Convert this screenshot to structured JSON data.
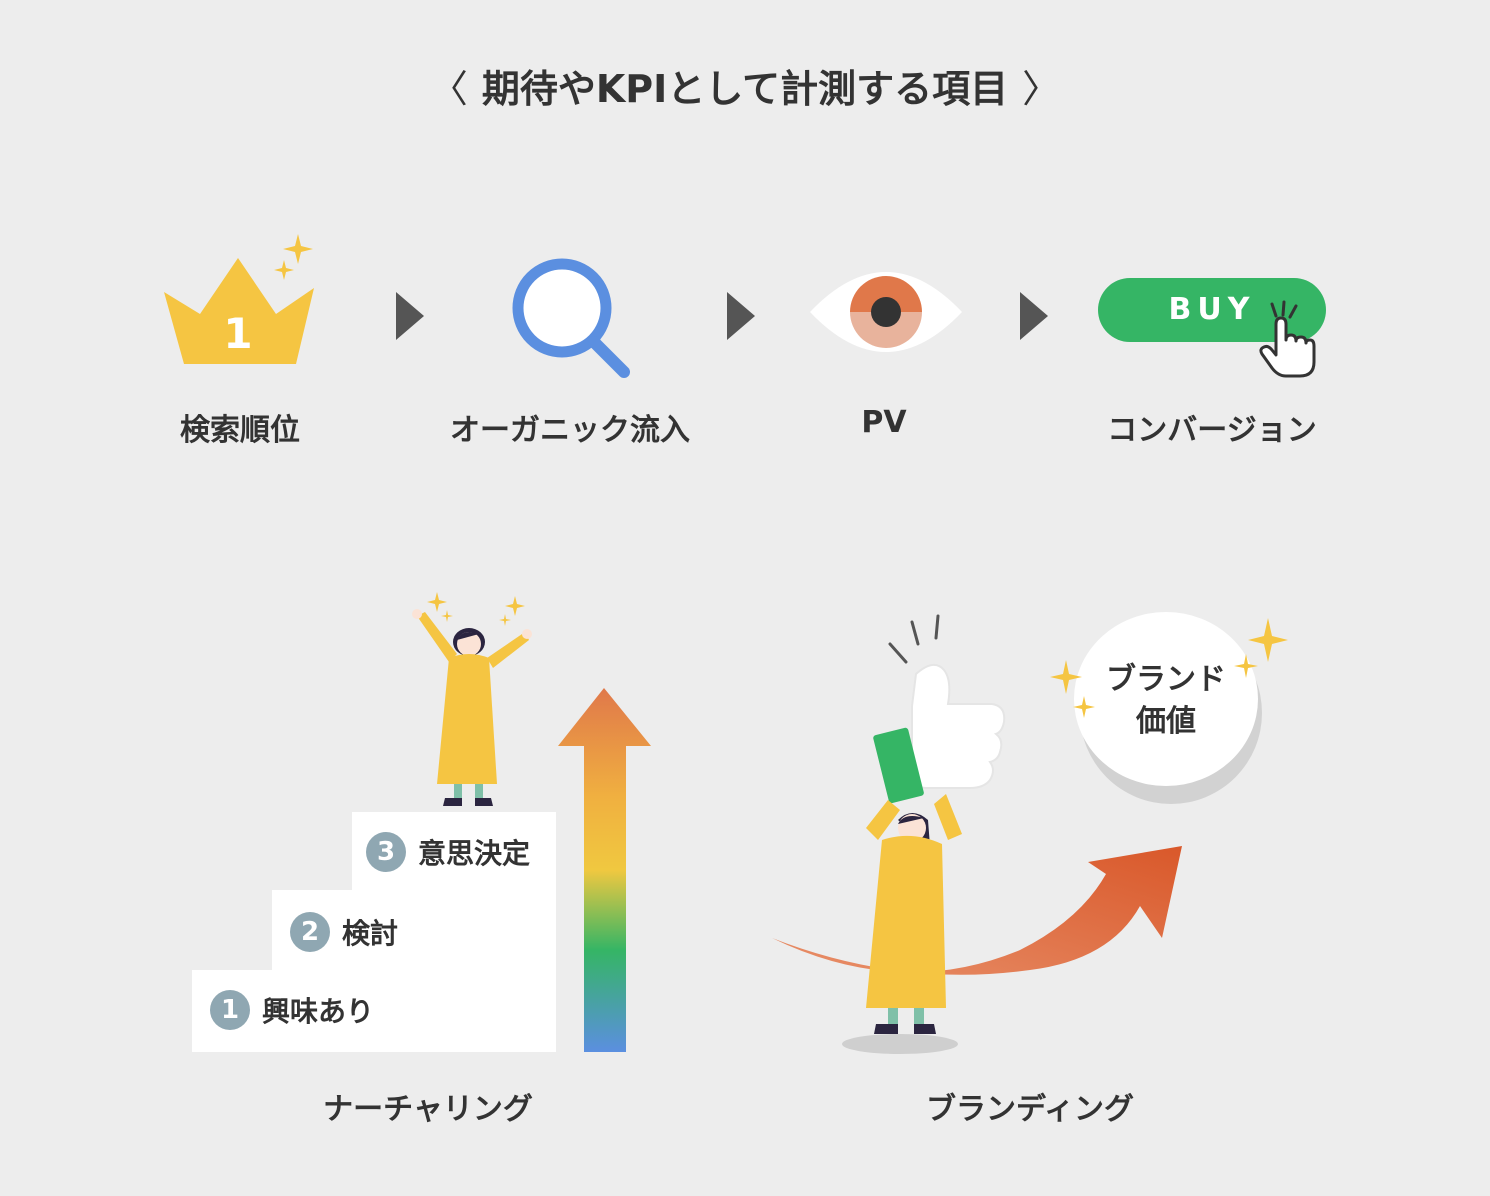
{
  "title": {
    "left_bracket": "〈",
    "text": "期待やKPIとして計測する項目",
    "right_bracket": "〉"
  },
  "flow": {
    "items": [
      {
        "label": "検索順位",
        "icon": "crown-icon",
        "badge": "1"
      },
      {
        "label": "オーガニック流入",
        "icon": "magnifier-icon"
      },
      {
        "label": "PV",
        "icon": "eye-icon"
      },
      {
        "label": "コンバージョン",
        "icon": "buy-button-icon",
        "button_text": "BUY"
      }
    ]
  },
  "nurturing": {
    "label": "ナーチャリング",
    "steps": [
      {
        "num": "1",
        "text": "興味あり"
      },
      {
        "num": "2",
        "text": "検討"
      },
      {
        "num": "3",
        "text": "意思決定"
      }
    ]
  },
  "branding": {
    "label": "ブランディング",
    "value_line1": "ブランド",
    "value_line2": "価値"
  },
  "colors": {
    "background": "#ededed",
    "gold": "#f5c542",
    "blue": "#5b8fe0",
    "orange": "#e0784a",
    "green": "#35b565",
    "text": "#333333",
    "step_badge": "#8fa7b2"
  }
}
